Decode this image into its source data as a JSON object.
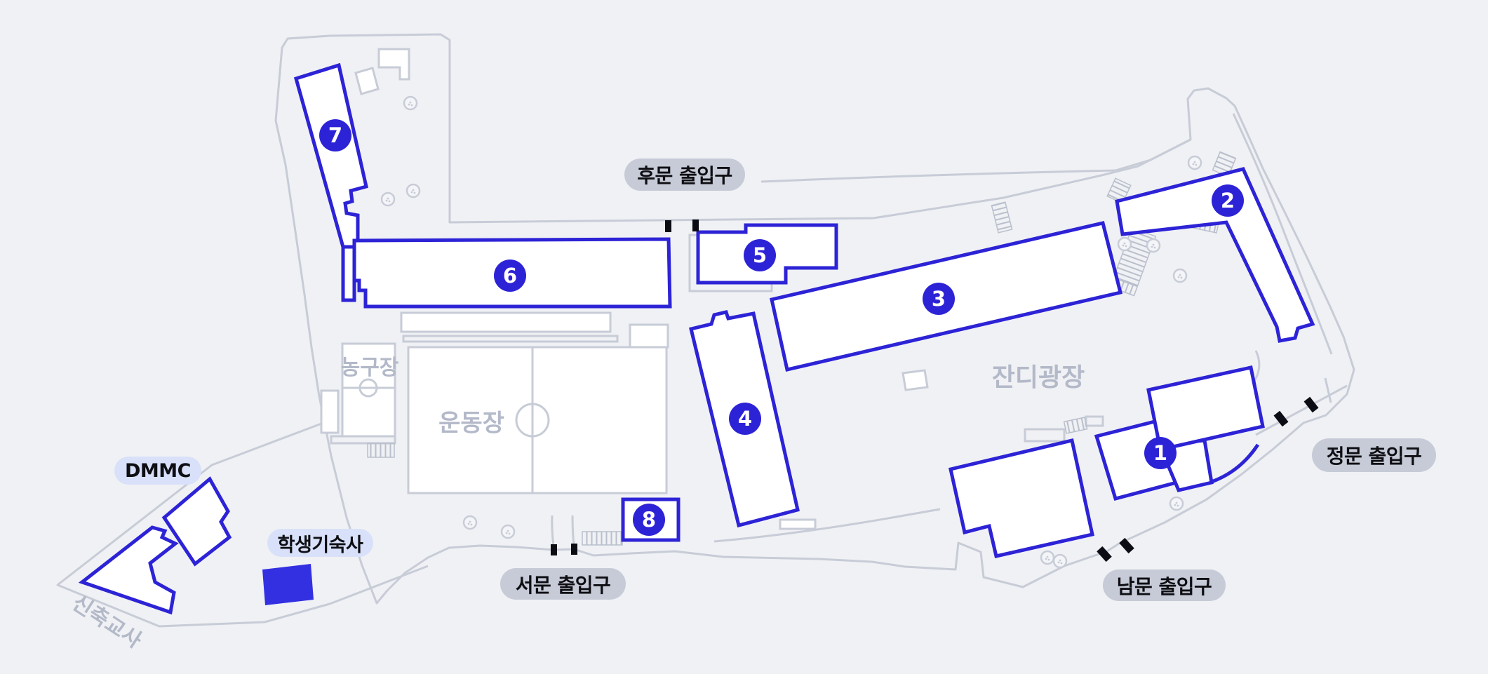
{
  "map": {
    "colors": {
      "background": "#f0f1f4",
      "building_outline_blue": "#2d23d6",
      "dormitory_fill_blue": "#3330e2",
      "boundary_gray": "#c7ccd7",
      "gate_label_bg": "#c6cbd7",
      "facility_label_bg": "#d8e1f9",
      "area_text_gray": "#b3b9c8",
      "gate_marker_black": "#0c0c14"
    },
    "badges": [
      {
        "number": "1"
      },
      {
        "number": "2"
      },
      {
        "number": "3"
      },
      {
        "number": "4"
      },
      {
        "number": "5"
      },
      {
        "number": "6"
      },
      {
        "number": "7"
      },
      {
        "number": "8"
      }
    ],
    "gates": {
      "rear": {
        "label": "후문 출입구"
      },
      "main": {
        "label": "정문 출입구"
      },
      "south": {
        "label": "남문 출입구"
      },
      "west": {
        "label": "서문 출입구"
      }
    },
    "facilities": {
      "dmmc": {
        "label": "DMMC"
      },
      "dormitory": {
        "label": "학생기숙사"
      }
    },
    "areas": {
      "lawn_plaza": {
        "label": "잔디광장"
      },
      "sports_field": {
        "label": "운동장"
      },
      "basketball_court": {
        "label": "농구장"
      },
      "new_school_building": {
        "label": "신축교사"
      }
    }
  }
}
